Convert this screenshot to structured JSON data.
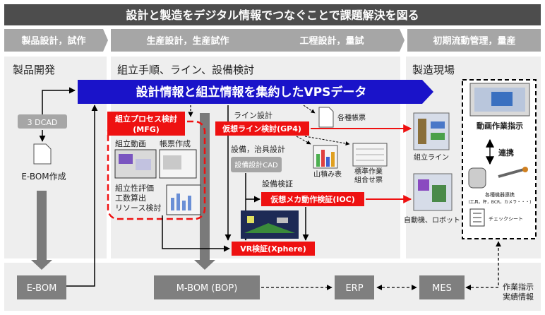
{
  "title": "設計と製造をデジタル情報でつなぐことで課題解決を図る",
  "phases": [
    "製品設計，試作",
    "生産設計，生産試作",
    "工程設計，量試",
    "初期流動管理，量産"
  ],
  "sections": {
    "product_dev": "製品開発",
    "assembly": "組立手順、ライン、設備検討",
    "factory": "製造現場"
  },
  "banner": "設計情報と組立情報を集約したVPSデータ",
  "cad": "3 DCAD",
  "ebom_create": "E-BOM作成",
  "mfg": {
    "title_line1": "組立プロセス検討",
    "title_line2": "(MFG)",
    "anim": "組立動画",
    "form": "帳票作成",
    "eval1": "組立性評価",
    "eval2": "工数算出",
    "eval3": "リソース検討"
  },
  "line_design": "ライン設計",
  "gp4": "仮想ライン検討(GP4)",
  "forms": "各種帳票",
  "equip_design": "設備，治具設計",
  "equip_cad": "設備設計CAD",
  "yamazumi": "山積み表",
  "std_work1": "標準作業",
  "std_work2": "組合せ票",
  "equip_verify": "設備検証",
  "ioc": "仮想メカ動作検証(IOC)",
  "vr": "VR検証(Xphere)",
  "assembly_line": "組立ライン",
  "auto_machine": "自動機、ロボット",
  "work_instr": "動画作業指示",
  "linkage": "連携",
  "devices1": "各種機器連携",
  "devices2": "(工具，秤，BCR，カメラ・・・)",
  "checksheet": "チェックシート",
  "systems": {
    "ebom": "E-BOM",
    "mbom": "M-BOM (BOP)",
    "erp": "ERP",
    "mes": "MES"
  },
  "work_info1": "作業指示",
  "work_info2": "実績情報",
  "colors": {
    "title_bg": "#4d4d4d",
    "phase_bg": "#a6a6a6",
    "panel_bg": "#eeeeee",
    "banner": "#1a13c9",
    "red": "#ee1111",
    "gray_arrow": "#7a7a7a",
    "system_bg": "#7f7f7f"
  }
}
